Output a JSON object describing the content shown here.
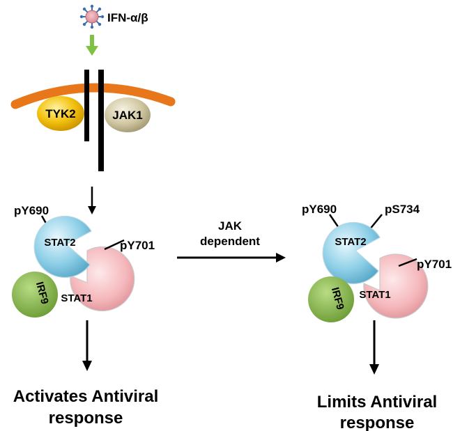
{
  "ligand": {
    "label": "IFN-α/β",
    "icon": "virus-particle-icon",
    "arrow_color": "#7dc242"
  },
  "membrane": {
    "color": "#e8761a"
  },
  "kinases": {
    "tyk2": {
      "label": "TYK2",
      "color": "#f3c20f"
    },
    "jak1": {
      "label": "JAK1",
      "color": "#cfc6a0"
    }
  },
  "left_complex": {
    "stat2": "STAT2",
    "stat1": "STAT1",
    "irf9": "IRF9",
    "site_stat2": "pY690",
    "site_stat1": "pY701"
  },
  "transition": {
    "line1": "JAK",
    "line2": "dependent"
  },
  "right_complex": {
    "stat2": "STAT2",
    "stat1": "STAT1",
    "irf9": "IRF9",
    "site_stat2_a": "pY690",
    "site_stat2_b": "pS734",
    "site_stat1": "pY701"
  },
  "outcomes": {
    "left_line1": "Activates Antiviral",
    "left_line2": "response",
    "right_line1": "Limits Antiviral",
    "right_line2": "response"
  },
  "colors": {
    "stat2": "#8fd0e8",
    "stat1": "#f5b8bc",
    "irf9": "#86b84a"
  }
}
